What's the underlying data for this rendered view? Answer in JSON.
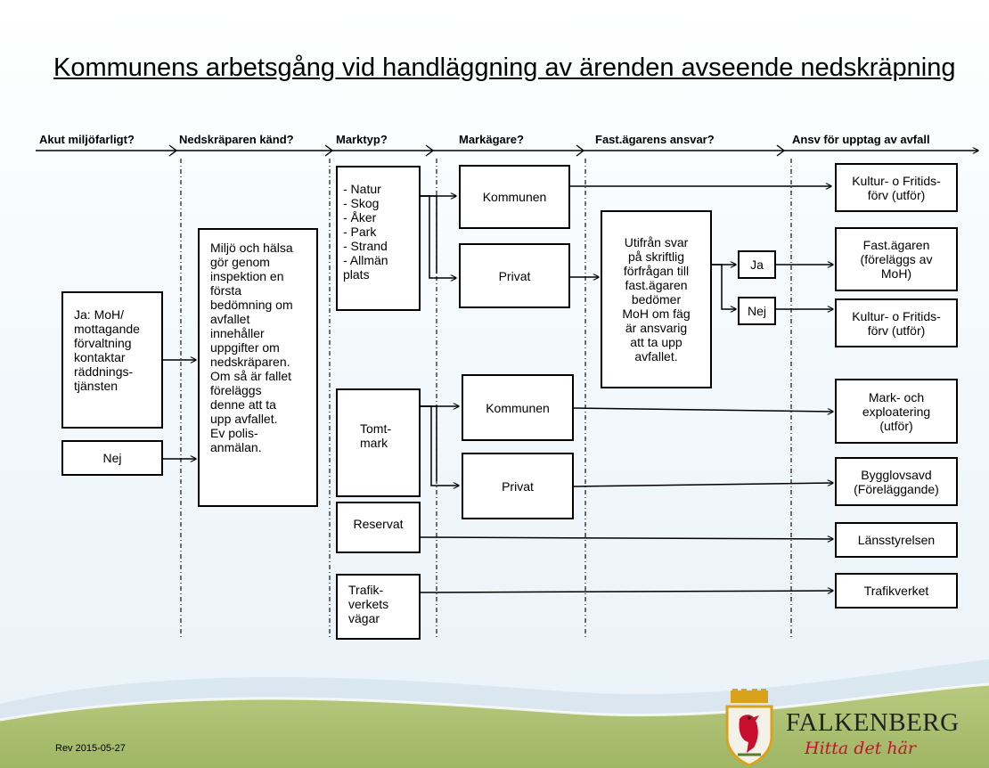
{
  "title": "Kommunens arbetsgång vid handläggning av ärenden avseende nedskräpning",
  "headers": {
    "akut": "Akut miljöfarligt?",
    "kand": "Nedskräparen känd?",
    "marktyp": "Marktyp?",
    "markagare": "Markägare?",
    "ansvar": "Fast.ägarens ansvar?",
    "upptag": "Ansv för upptag av avfall"
  },
  "boxes": {
    "ja_moh": "Ja: MoH/\nmottagande\nförvaltning\nkontaktar\nräddnings-\ntjänsten",
    "nej": "Nej",
    "miljo": "Miljö och hälsa\ngör genom\ninspektion en\nförsta\nbedömning om\navfallet\ninnehåller\nuppgifter om\nnedskräparen.\nOm så är fallet\nföreläggs\ndenne att ta\nupp avfallet.\nEv polis-\nanmälan.",
    "natur": "- Natur\n- Skog\n- Åker\n- Park\n- Strand\n- Allmän\n  plats",
    "tomtmark": "Tomt-\nmark",
    "reservat": "Reservat",
    "trafikvagar": "Trafik-\nverkets\nvägar",
    "kommunen1": "Kommunen",
    "privat1": "Privat",
    "kommunen2": "Kommunen",
    "privat2": "Privat",
    "utifran": "Utifrån svar\npå skriftlig\nförfrågan till\nfast.ägaren\nbedömer\nMoH om fäg\när ansvarig\natt ta upp\navfallet.",
    "ja": "Ja",
    "nej2": "Nej",
    "kultur1": "Kultur- o Fritids-\nförv (utför)",
    "fastagaren": "Fast.ägaren\n(föreläggs av\nMoH)",
    "kultur2": "Kultur- o Fritids-\nförv (utför)",
    "markexpl": "Mark- och\nexploatering\n(utför)",
    "bygglov": "Bygglovsavd\n(Föreläggande)",
    "lansstyrelsen": "Länsstyrelsen",
    "trafikverket": "Trafikverket"
  },
  "footer": {
    "revision": "Rev 2015-05-27",
    "brand": "FALKENBERG",
    "slogan": "Hitta det här"
  },
  "colors": {
    "logo_red": "#c8102e",
    "logo_gold": "#d9a21b",
    "hill_green": "#a9bd6e",
    "hill_dark": "#8aa55a"
  }
}
